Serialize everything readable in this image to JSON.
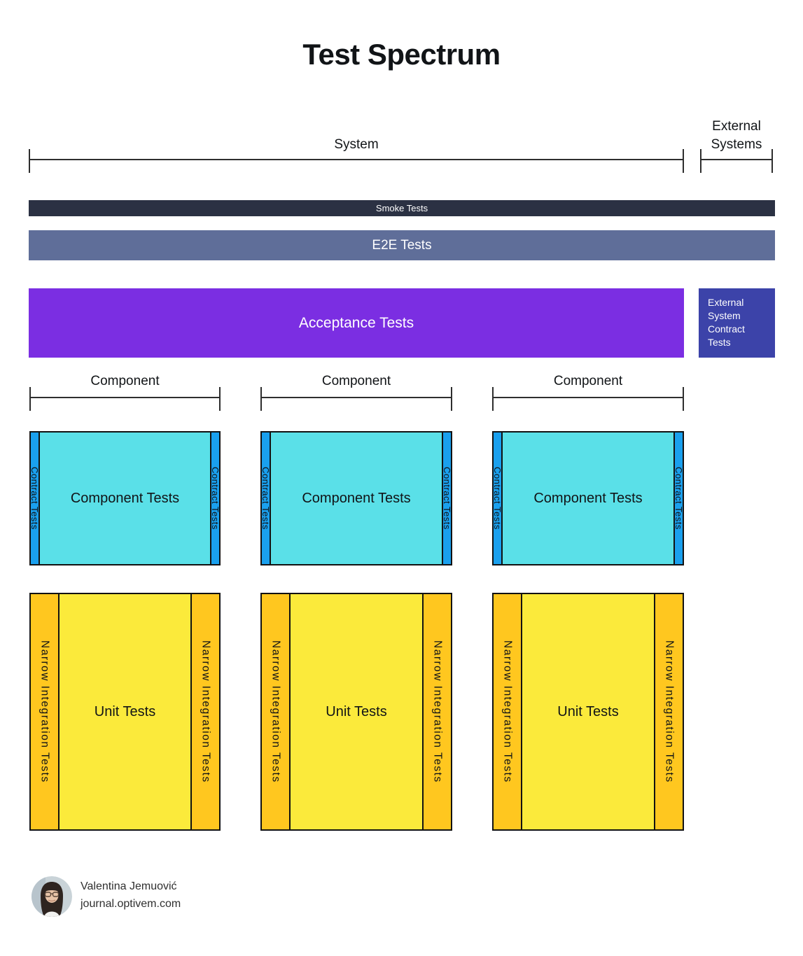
{
  "title": "Test Spectrum",
  "brackets": {
    "system": {
      "label": "System"
    },
    "external_systems": {
      "line1": "External",
      "line2": "Systems"
    }
  },
  "bars": {
    "smoke": {
      "label": "Smoke Tests"
    },
    "e2e": {
      "label": "E2E Tests"
    },
    "acceptance": {
      "label": "Acceptance Tests"
    },
    "external_contract": {
      "label": "External System Contract Tests"
    }
  },
  "components": [
    {
      "bracket_label": "Component",
      "box_label": "Component Tests",
      "left_strip": "Contract Tests",
      "right_strip": "Contract Tests",
      "unit_label": "Unit Tests",
      "unit_left_strip": "Narrow Integration Tests",
      "unit_right_strip": "Narrow Integration Tests"
    },
    {
      "bracket_label": "Component",
      "box_label": "Component Tests",
      "left_strip": "Contract Tests",
      "right_strip": "Contract Tests",
      "unit_label": "Unit Tests",
      "unit_left_strip": "Narrow Integration Tests",
      "unit_right_strip": "Narrow Integration Tests"
    },
    {
      "bracket_label": "Component",
      "box_label": "Component Tests",
      "left_strip": "Contract Tests",
      "right_strip": "Contract Tests",
      "unit_label": "Unit Tests",
      "unit_left_strip": "Narrow Integration Tests",
      "unit_right_strip": "Narrow Integration Tests"
    }
  ],
  "footer": {
    "name": "Valentina Jemuović",
    "site": "journal.optivem.com"
  },
  "colors": {
    "smoke": "#2b3143",
    "e2e": "#5f6e99",
    "acceptance": "#7b2ee2",
    "extcontract": "#3c43a9",
    "cyan": "#5ae0e8",
    "azure": "#1aa0ee",
    "yellow": "#fbea3b",
    "orange": "#ffc71f",
    "border": "#121212",
    "line": "#2e2e2e"
  }
}
